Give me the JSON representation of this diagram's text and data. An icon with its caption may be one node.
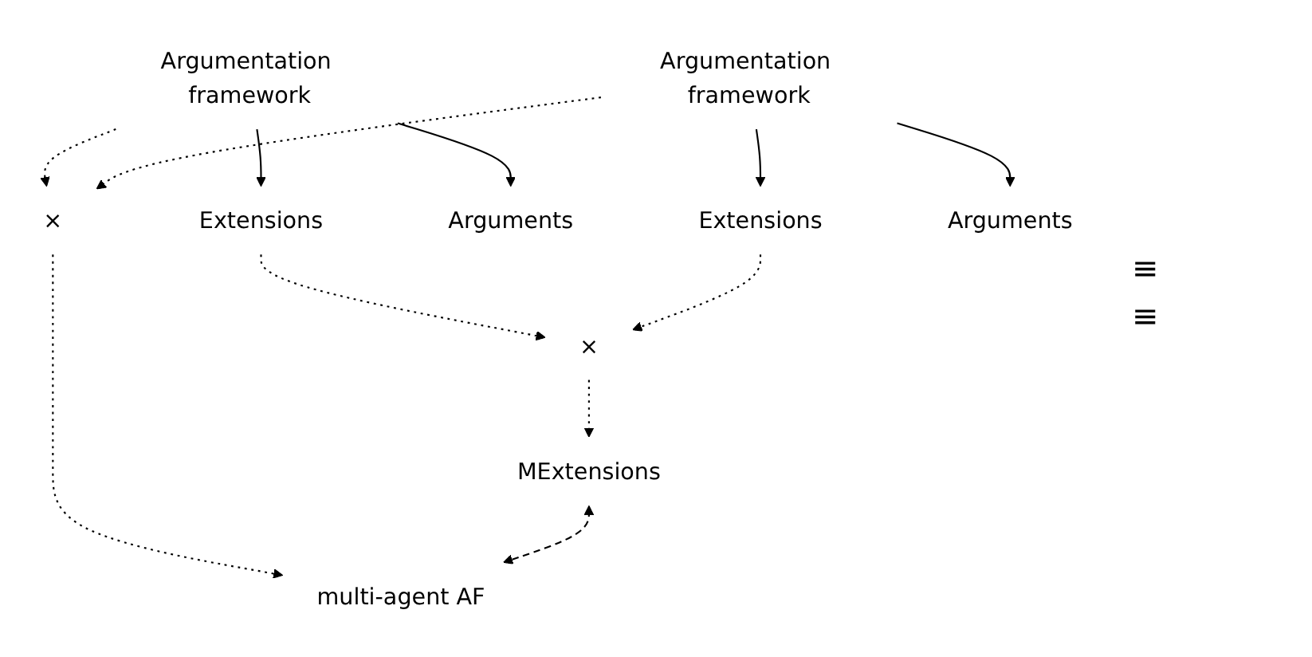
{
  "diagram": {
    "nodes": [
      {
        "text": [
          "multi-agent AF"
        ]
      },
      {
        "text": [
          "Argumentation framework"
        ]
      },
      {
        "text": [
          "×"
        ]
      },
      {
        "text": [
          "Argumentation framework"
        ]
      },
      {
        "text": [
          "Extensions"
        ]
      },
      {
        "text": [
          "Arguments"
        ]
      },
      {
        "text": [
          "Extensions"
        ]
      },
      {
        "text": [
          "Arguments"
        ]
      },
      {
        "text": [
          "×"
        ]
      },
      {
        "text": [
          "MExtensions"
        ]
      }
    ],
    "edges": [
      {
        "from": 1,
        "to": 2,
        "arrow": "to",
        "style": "dashed"
      },
      {
        "from": 3,
        "to": 2,
        "arrow": "to",
        "style": "dashed"
      },
      {
        "from": 2,
        "to": 0,
        "arrow": "to",
        "style": "dashed"
      },
      {
        "from": 1,
        "to": 4,
        "arrow": "to"
      },
      {
        "from": 1,
        "to": 5,
        "arrow": "to"
      },
      {
        "from": 3,
        "to": 6,
        "arrow": "to"
      },
      {
        "from": 3,
        "to": 7,
        "arrow": "to"
      },
      {
        "from": 4,
        "to": 8,
        "arrow": "to",
        "style": "dashed"
      },
      {
        "from": 6,
        "to": 8,
        "arrow": "to",
        "style": "dashed"
      },
      {
        "from": 8,
        "to": 9,
        "arrow": "to",
        "style": "dashed"
      },
      {
        "from": 9,
        "to": 0,
        "arrow": "both",
        "style": "dashed"
      }
    ],
    "labels": [
      "≡",
      "≡"
    ]
  }
}
